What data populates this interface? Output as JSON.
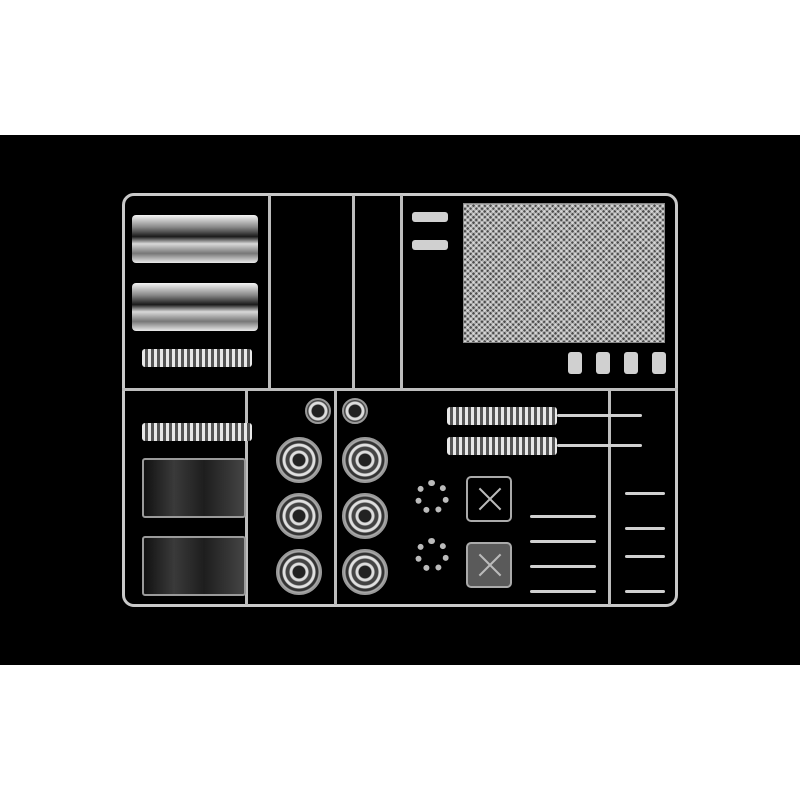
{
  "image": {
    "subject": "chrome-plated plastic model kit sprue",
    "background_color": "#000000",
    "border_color": "#ffffff",
    "parts": [
      "exhaust-tanks",
      "ribbed-mufflers",
      "radiator-grille",
      "fuel-tanks",
      "wheel-hubs",
      "bolt-rings",
      "step-plates",
      "mirror-arms",
      "headlight-housings"
    ]
  }
}
